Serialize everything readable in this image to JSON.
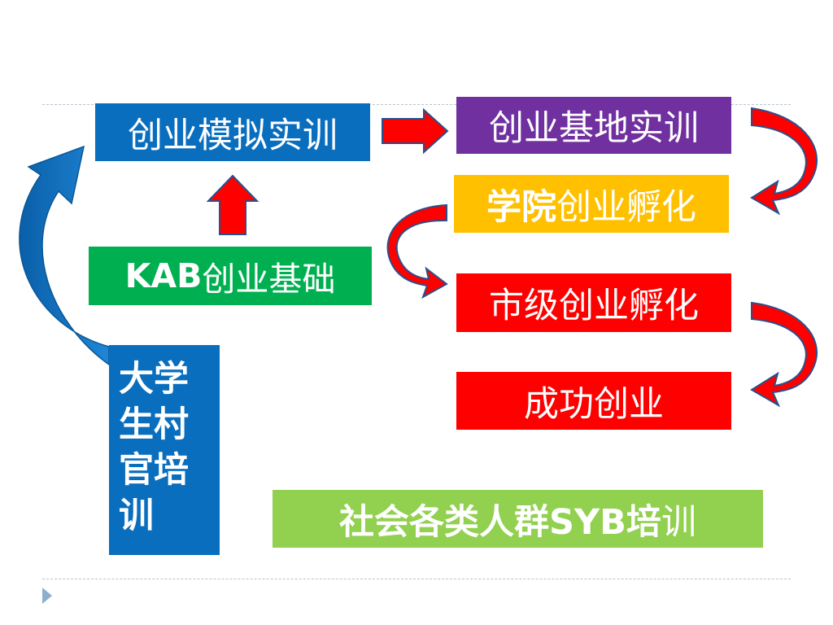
{
  "boxes": {
    "mock_training": "创业模拟实训",
    "base_training": "创业基地实训",
    "college_incubation": {
      "bold": "学院",
      "normal": "创业孵化"
    },
    "kab": {
      "bold": "KAB",
      "normal": "创业基础"
    },
    "city_incubation": "市级创业孵化",
    "success": "成功创业",
    "village_official": [
      "大学",
      "生村",
      "官培",
      "训"
    ],
    "syb": {
      "bold": "社会各类人群SYB培",
      "normal": "训"
    }
  },
  "colors": {
    "blue": "#0a6ebf",
    "purple": "#7030a0",
    "gold": "#ffc000",
    "green": "#00b050",
    "red": "#ff0000",
    "light_green": "#92d050"
  }
}
